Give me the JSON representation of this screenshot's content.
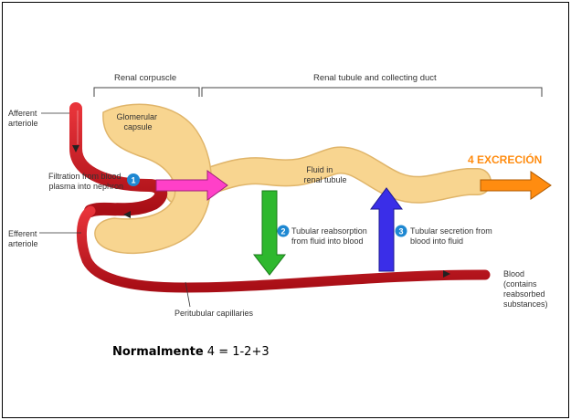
{
  "labels": {
    "renal_corpuscle": "Renal corpuscle",
    "renal_tubule": "Renal tubule and collecting duct",
    "afferent": [
      "Afferent",
      "arteriole"
    ],
    "efferent": [
      "Efferent",
      "arteriole"
    ],
    "glomerular_capsule": [
      "Glomerular",
      "capsule"
    ],
    "filtration": [
      "Filtration from blood",
      "plasma into nephron"
    ],
    "fluid_tubule": [
      "Fluid in",
      "renal tubule"
    ],
    "reabsorption": [
      "Tubular reabsorption",
      "from fluid into blood"
    ],
    "secretion": [
      "Tubular secretion from",
      "blood into fluid"
    ],
    "peritubular": "Peritubular capillaries",
    "blood": [
      "Blood",
      "(contains",
      "reabsorbed",
      "substances)"
    ],
    "badge_1": "1",
    "badge_2": "2",
    "badge_3": "3",
    "excrecion": "4 EXCRECIÓN"
  },
  "formula": {
    "bold": "Normalmente",
    "rest": "4 = 1-2+3"
  },
  "colors": {
    "tubule": "#F8D590",
    "vessel": "#D7141E",
    "filtration_arrow": "#FF40C8",
    "reabsorption_arrow": "#2EB82E",
    "secretion_arrow": "#3A2EE8",
    "excretion_arrow": "#FF8C10",
    "badge": "#1E88D2"
  }
}
